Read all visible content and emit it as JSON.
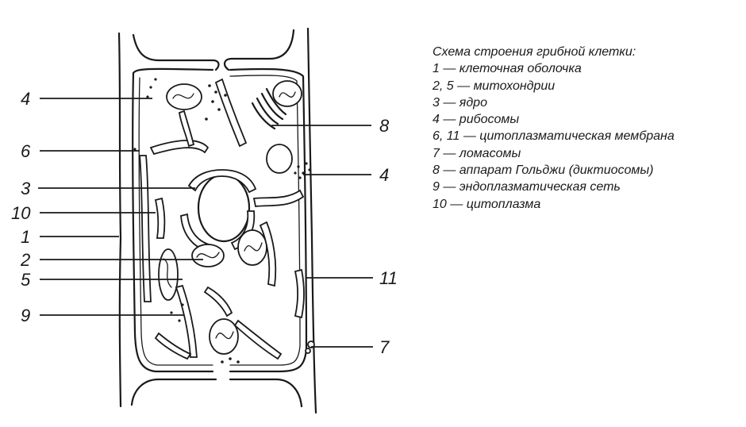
{
  "legend": {
    "title": "Схема строения грибной клетки:",
    "items": [
      "1 — клеточная оболочка",
      "2, 5 — митохондрии",
      "3 — ядро",
      "4 — рибосомы",
      "6, 11 — цитоплазматическая мембрана",
      "7 — ломасомы",
      "8 — аппарат Гольджи (диктиосомы)",
      "9 — эндоплазматическая сеть",
      "10 — цитоплазма"
    ]
  },
  "callouts": {
    "left": [
      "4",
      "6",
      "3",
      "10",
      "1",
      "2",
      "5",
      "9"
    ],
    "right": [
      "8",
      "4",
      "11",
      "7"
    ]
  },
  "colors": {
    "ink": "#1a1a1a",
    "background": "#ffffff"
  }
}
